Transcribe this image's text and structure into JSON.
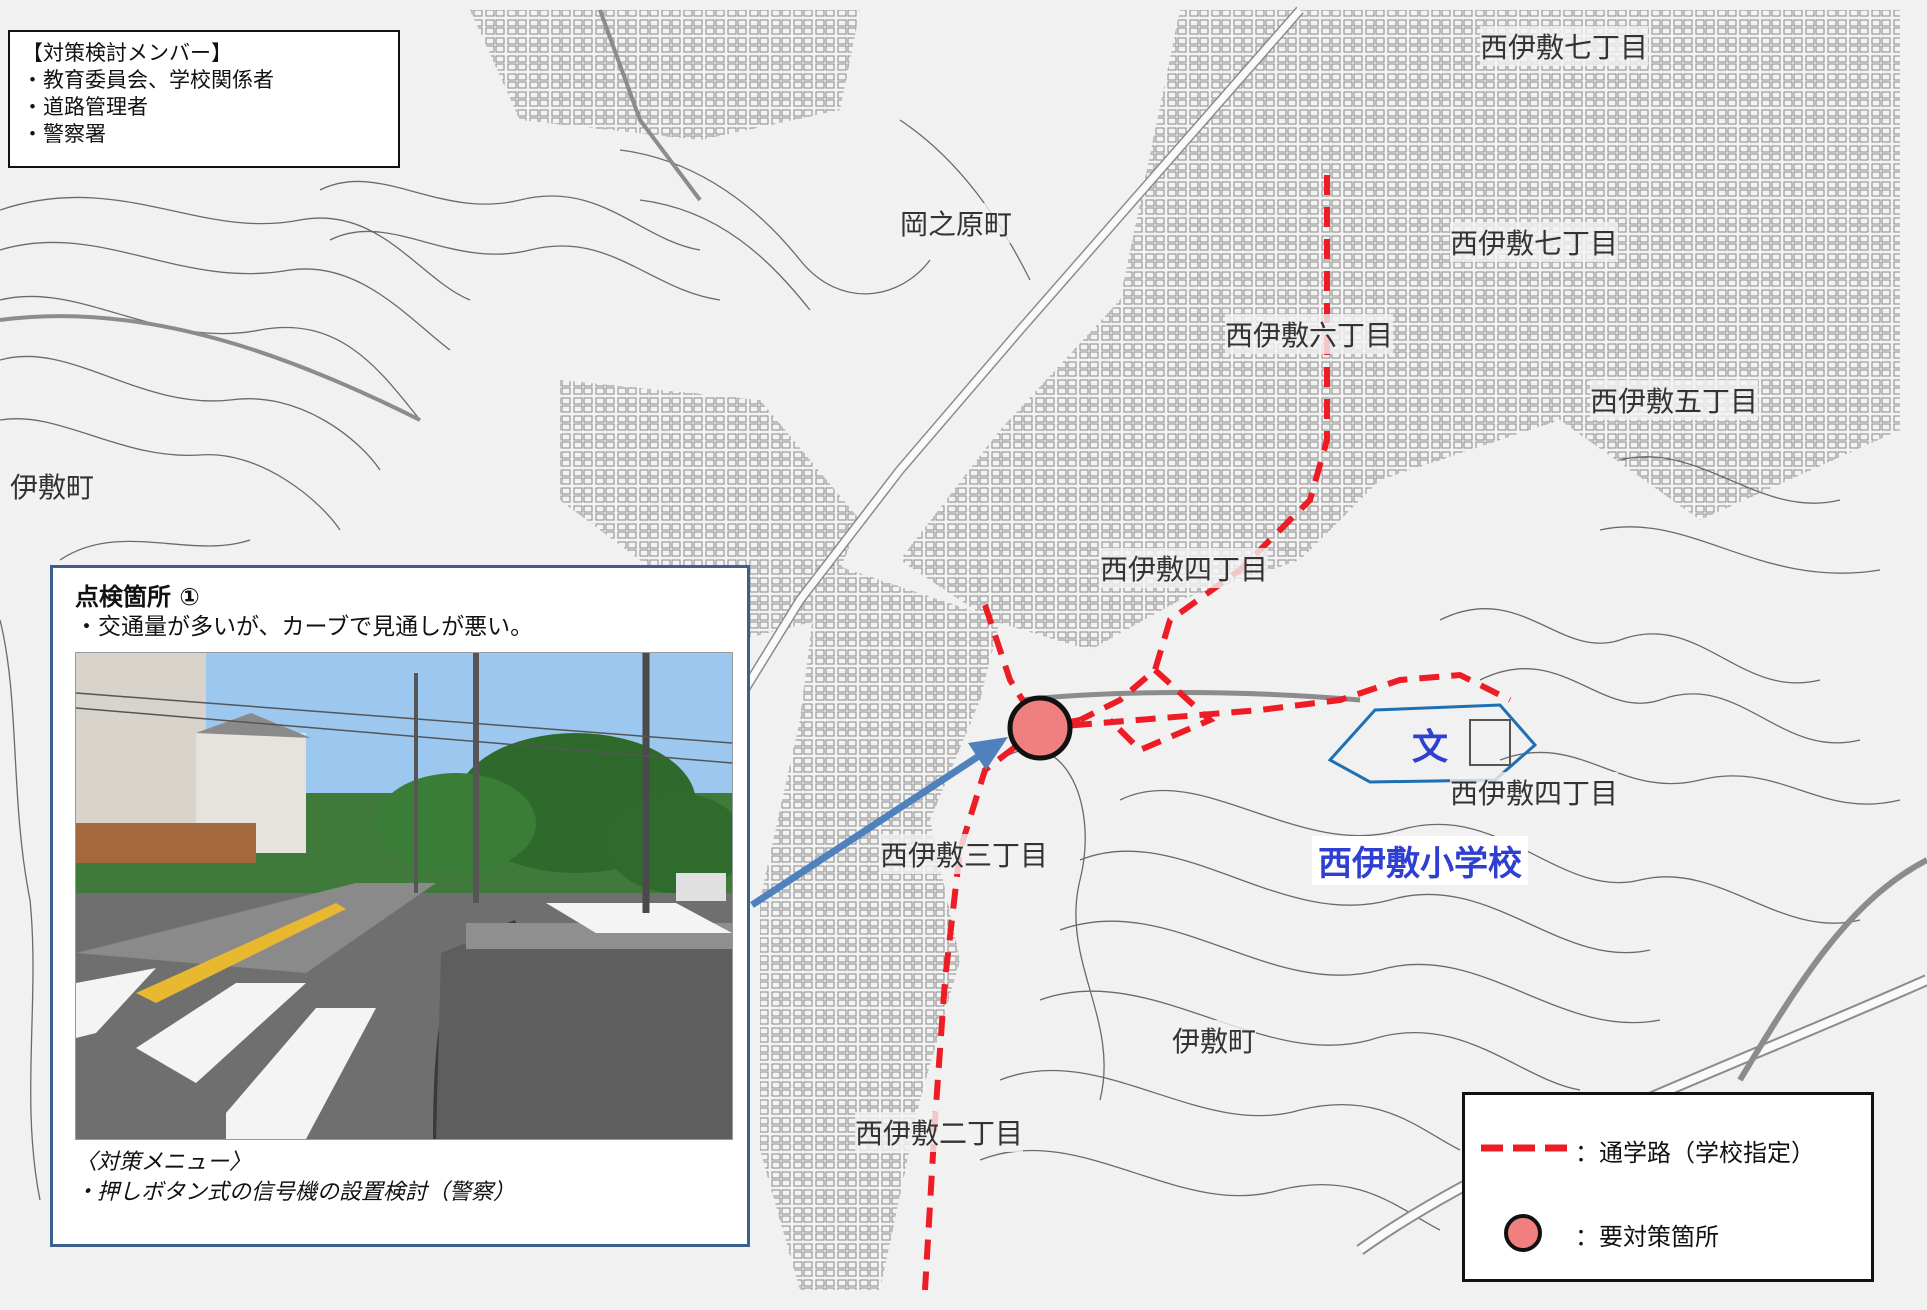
{
  "members_box": {
    "title": "【対策検討メンバー】",
    "items": [
      "・教育委員会、学校関係者",
      "・道路管理者",
      "・警察署"
    ]
  },
  "inspection": {
    "title": "点検箇所 ①",
    "description": "・交通量が多いが、カーブで見通しが悪い。",
    "measures_heading": "〈対策メニュー〉",
    "measures": [
      "・押しボタン式の信号機の設置検討（警察）"
    ]
  },
  "school": {
    "symbol": "文",
    "name": "西伊敷小学校"
  },
  "legend": {
    "route_label": "：通学路（学校指定）",
    "point_label": "：要対策箇所"
  },
  "place_names": {
    "okanohara": "岡之原町",
    "nishiishiki7": "西伊敷七丁目",
    "nishiishiki7b": "西伊敷七丁目",
    "nishiishiki6": "西伊敷六丁目",
    "nishiishiki5": "西伊敷五丁目",
    "nishiishiki4": "西伊敷四丁目",
    "nishiishiki4b": "西伊敷四丁目",
    "nishiishiki3": "西伊敷三丁目",
    "nishiishiki2": "西伊敷二丁目",
    "ishikicho": "伊敷町",
    "ishikicho2": "伊敷町"
  },
  "colors": {
    "route": "#ee1c25",
    "point_fill": "#f08080",
    "school_outline": "#1f6fb5",
    "school_text": "#2e3fd1",
    "box_border": "#3d5f8c",
    "arrow": "#4f81bd"
  }
}
